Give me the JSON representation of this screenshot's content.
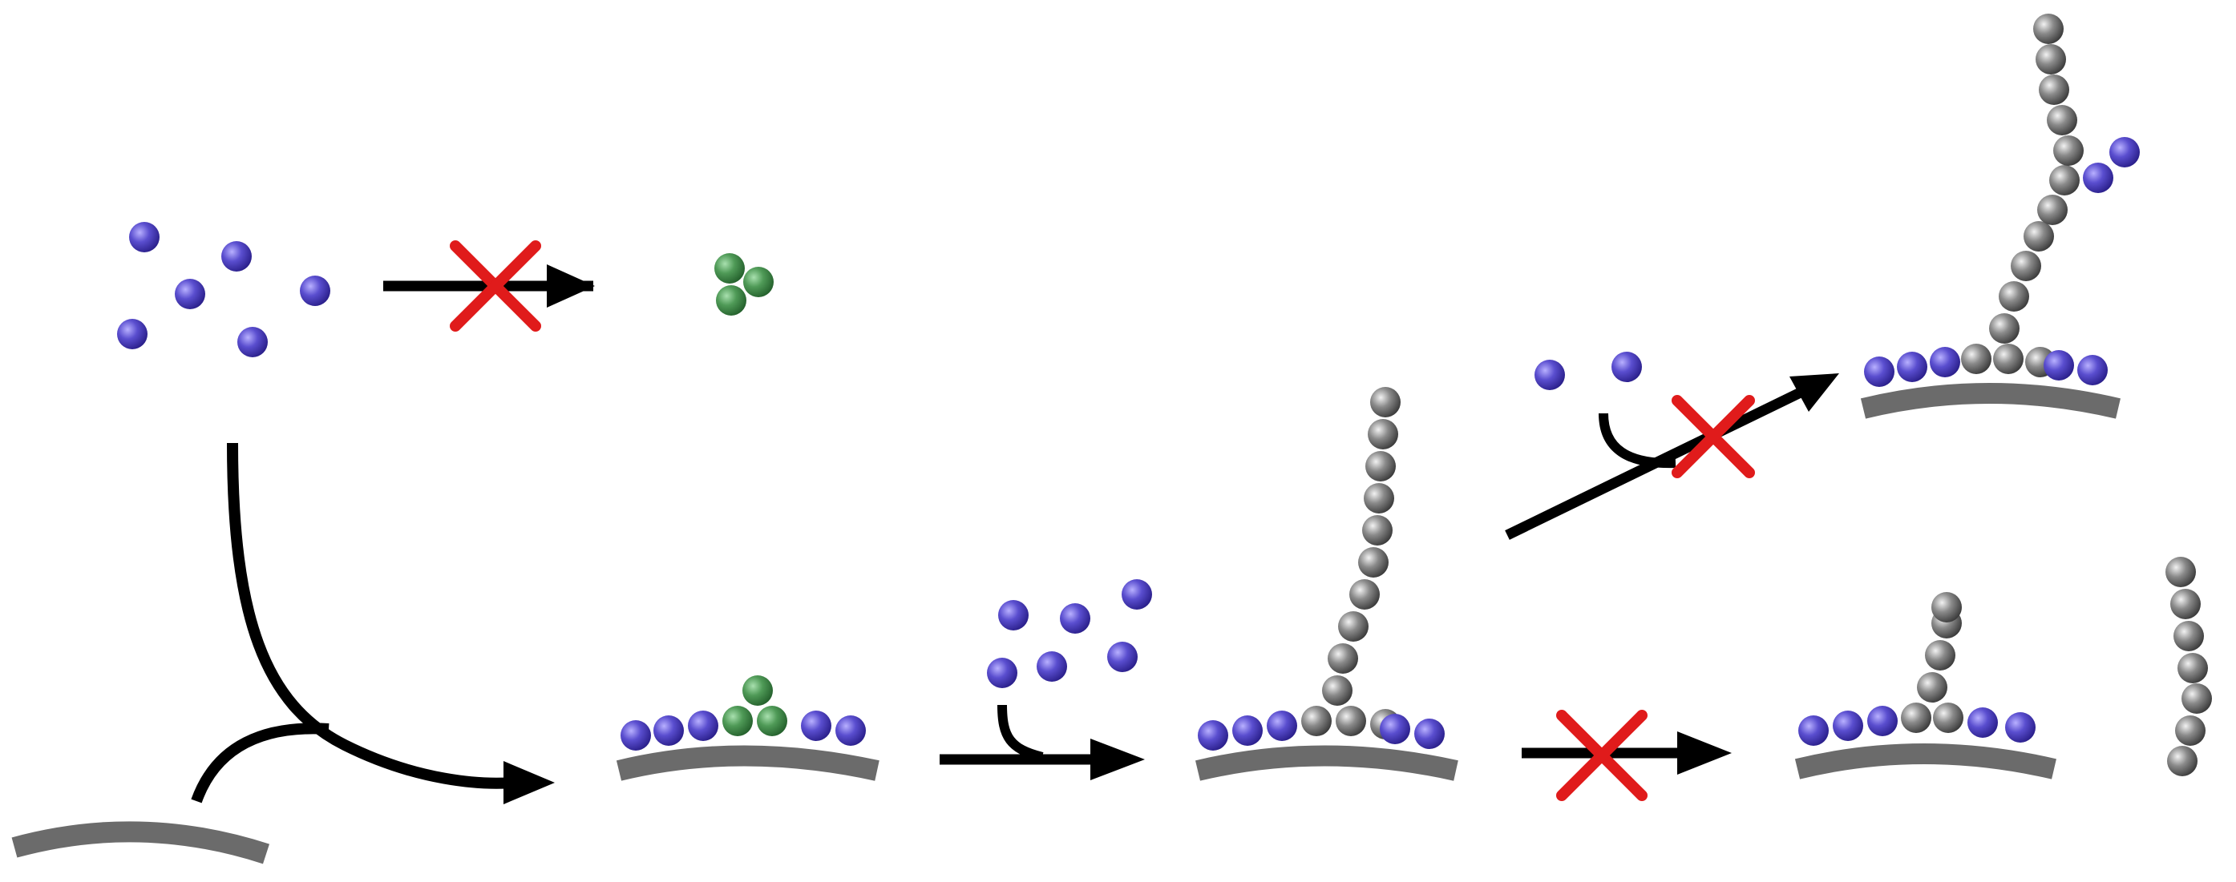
{
  "colors": {
    "background": "#ffffff",
    "monomer": "#4a3fb8",
    "nucleus": "#3f8a4a",
    "polymer": "#6b6b6b",
    "surface": "#6b6b6b",
    "arrow": "#000000",
    "blocked_mark": "#e01b1b"
  },
  "legend": {
    "monomer_particle": "blue-sphere",
    "nucleus_particle": "green-sphere",
    "polymer_particle": "grey-sphere",
    "surface": "grey-curved-bar",
    "blocked": "red-x"
  }
}
